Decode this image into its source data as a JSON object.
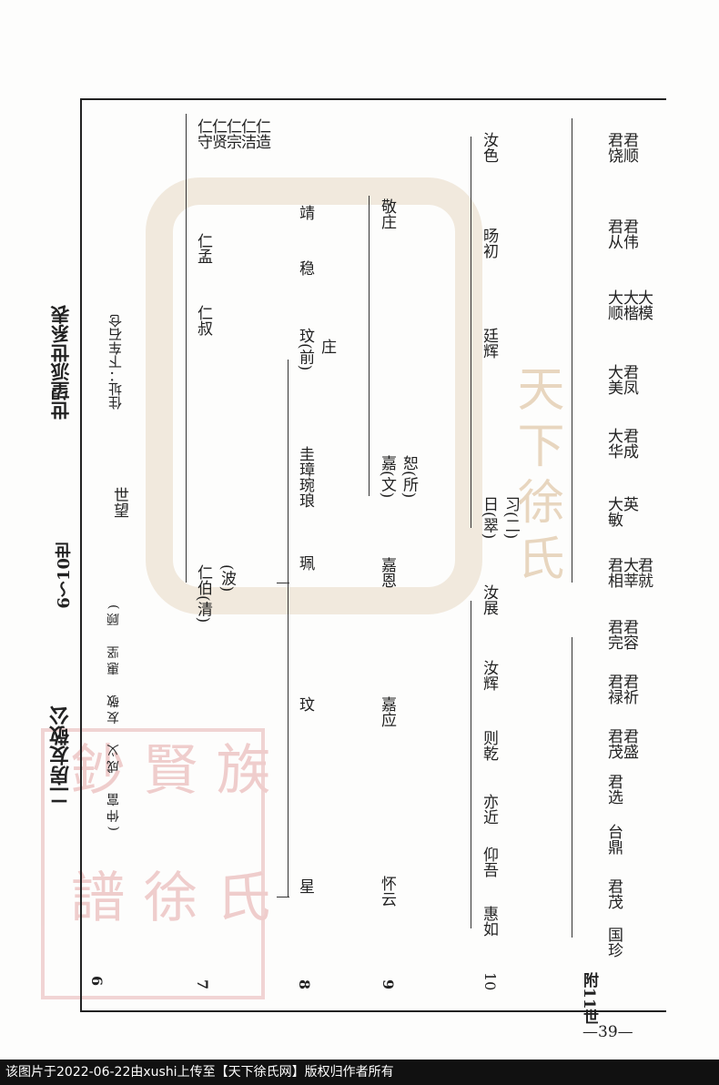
{
  "header": {
    "title_prefix": "二房友敬公",
    "title_gen": "6～10世",
    "title_main": "世望派世系表",
    "address": "住址：下车石仓",
    "branches": "(仲富　成义　友敬　惠坚　顾)"
  },
  "gen_labels": {
    "g6": "6",
    "g7": "7",
    "g8": "8",
    "g9": "9",
    "g10": "10",
    "g11": "附11世"
  },
  "gen7": {
    "shiwang": "世望",
    "renbo": "仁伯(清)",
    "renbo_sub": "(波)",
    "renshu": "仁叔",
    "renmeng": "仁孟",
    "renshou": "仁守",
    "renxian": "仁贤",
    "renzong": "仁宗",
    "renjie": "仁洁",
    "renzao": "仁造"
  },
  "gen8": {
    "xing": "星",
    "jiao": "玟",
    "pei": "珮",
    "guizhang": "圭璋琬琅",
    "jiaqian": "玟(前)",
    "jiaqian2": "庄",
    "wen": "稳",
    "jing": "靖"
  },
  "gen9": {
    "huaiyun": "怀云",
    "jiaying": "嘉应",
    "jiaen": "嘉恩",
    "jiahe": "嘉(文)",
    "jiahe2": "恕(所)",
    "jingzhuang": "敬庄"
  },
  "gen10": {
    "huiru": "惠如",
    "yangwu": "仰吾",
    "yijin": "亦近",
    "zeqian": "则乾",
    "ruhui": "汝辉",
    "ruzhan": "汝展",
    "rixi": "日(翠)",
    "rixi2": "习(二)",
    "tinghui": "廷辉",
    "yangchu": "旸初",
    "ruse": "汝色"
  },
  "gen11": {
    "c1": "国珍",
    "c2": "君茂",
    "c3": "台鼎",
    "c4": "君选",
    "c5": "君茂",
    "c6": "君盛",
    "c7": "君禄",
    "c8": "君祈",
    "c9": "君完",
    "c10": "君容",
    "c11": "君相",
    "c12": "大莘",
    "c13": "君就",
    "c14": "大敏",
    "c15": "英",
    "c16": "大华",
    "c17": "君成",
    "c18": "大美",
    "c19": "君凤",
    "c20": "大顺",
    "c21": "大楷",
    "c22": "大模",
    "c23": "君从",
    "c24": "君伟",
    "c25": "君饶",
    "c26": "君顺"
  },
  "watermark": {
    "text": "天下徐氏"
  },
  "page_number": "—39—",
  "footer": "该图片于2022-06-22由xushi上传至【天下徐氏网】版权归作者所有"
}
